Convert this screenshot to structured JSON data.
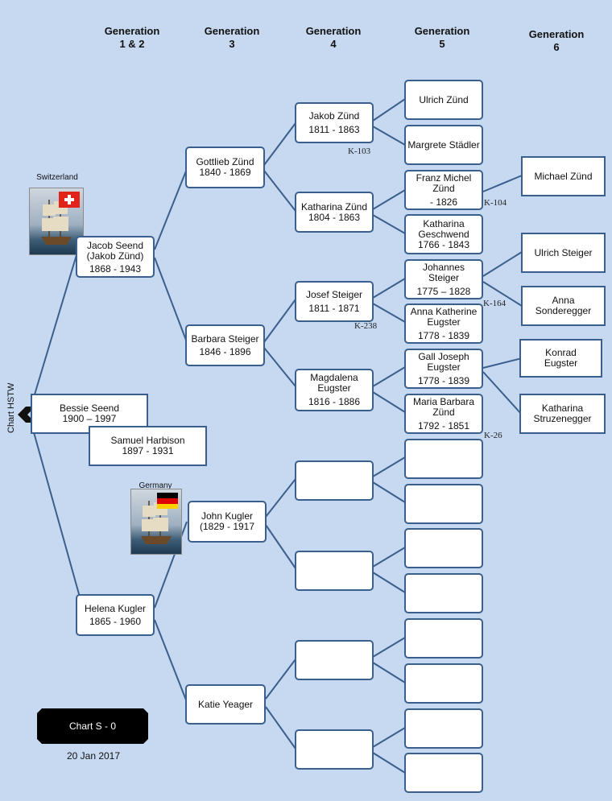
{
  "headers": {
    "g12": "Generation\n1 & 2",
    "g3": "Generation\n3",
    "g4": "Generation\n4",
    "g5": "Generation\n5",
    "g6": "Generation\n6"
  },
  "people": {
    "bessie": {
      "line1": "Bessie Seend",
      "line2": "1900 – 1997"
    },
    "samuel": {
      "line1": "Samuel Harbison",
      "line2": "1897 - 1931"
    },
    "jacob": {
      "line1": "Jacob Seend",
      "line2": "(Jakob Zünd)",
      "line3": "1868 - 1943"
    },
    "helena": {
      "line1": "Helena Kugler",
      "line2": "1865 - 1960"
    },
    "gottlieb": {
      "line1": "Gottlieb Zünd",
      "line2": "1840 - 1869"
    },
    "barbara": {
      "line1": "Barbara Steiger",
      "line2": "1846 - 1896"
    },
    "john": {
      "line1": "John Kugler",
      "line2": "(1829 - 1917"
    },
    "katie": {
      "line1": "Katie Yeager"
    },
    "jakobz": {
      "line1": "Jakob Zünd",
      "line2": "1811 - 1863"
    },
    "katharinaz": {
      "line1": "Katharina Zünd",
      "line2": "1804 - 1863"
    },
    "josef": {
      "line1": "Josef Steiger",
      "line2": "1811 - 1871"
    },
    "magdalena": {
      "line1": "Magdalena",
      "line2": "Eugster",
      "line3": "1816 - 1886"
    },
    "ulrichz": {
      "line1": "Ulrich Zünd"
    },
    "margrete": {
      "line1": "Margrete Städler"
    },
    "franz": {
      "line1": "Franz Michel",
      "line2": "Zünd",
      "line3": "- 1826"
    },
    "katharinag": {
      "line1": "Katharina",
      "line2": "Geschwend",
      "line3": "1766 - 1843"
    },
    "johannes": {
      "line1": "Johannes",
      "line2": "Steiger",
      "line3": "1775 – 1828"
    },
    "annak": {
      "line1": "Anna Katherine",
      "line2": "Eugster",
      "line3": "1778 - 1839"
    },
    "gall": {
      "line1": "Gall Joseph",
      "line2": "Eugster",
      "line3": "1778 - 1839"
    },
    "mariab": {
      "line1": "Maria Barbara",
      "line2": "Zünd",
      "line3": "1792 - 1851"
    },
    "michael": {
      "line1": "Michael Zünd"
    },
    "ulrichs": {
      "line1": "Ulrich Steiger"
    },
    "anna": {
      "line1": "Anna",
      "line2": "Sonderegger"
    },
    "konrad": {
      "line1": "Konrad",
      "line2": "Eugster"
    },
    "katharinas": {
      "line1": "Katharina",
      "line2": "Struzenegger"
    }
  },
  "refs": {
    "k103": "K-103",
    "k104": "K-104",
    "k164": "K-164",
    "k238": "K-238",
    "k26": "K-26"
  },
  "countries": {
    "switzerland": "Switzerland",
    "germany": "Germany"
  },
  "chart_label": "Chart S - 0",
  "date": "20 Jan 2017",
  "side_label": "Chart  HSTW",
  "colors": {
    "background": "#c6d9f1",
    "connector": "#3b5f8c",
    "box_border": "#3b5f8c"
  }
}
